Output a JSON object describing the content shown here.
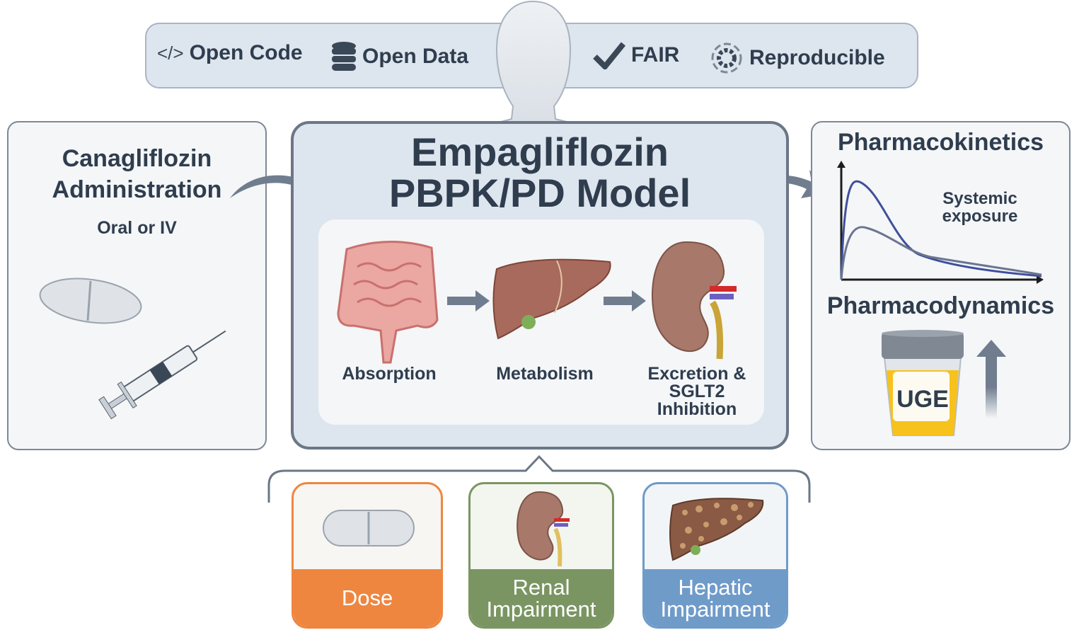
{
  "banner": {
    "items": [
      {
        "icon": "code-icon",
        "glyph": "</>",
        "label": "Open Code"
      },
      {
        "icon": "database-icon",
        "label": "Open Data"
      },
      {
        "icon": "checkmark-icon",
        "label": "FAIR"
      },
      {
        "icon": "gear-icon",
        "label": "Reproducible"
      }
    ]
  },
  "left_panel": {
    "title_line1": "Canagliflozin",
    "title_line2": "Administration",
    "subtitle": "Oral or IV"
  },
  "center_panel": {
    "title_line1": "Empagliflozin",
    "title_line2": "PBPK/PD Model",
    "steps": [
      {
        "label": "Absorption"
      },
      {
        "label": "Metabolism"
      },
      {
        "label_line1": "Excretion &",
        "label_line2": "SGLT2",
        "label_line3": "Inhibition"
      }
    ]
  },
  "right_panel": {
    "pk_title": "Pharmacokinetics",
    "pk_annotation_line1": "Systemic",
    "pk_annotation_line2": "exposure",
    "pd_title": "Pharmacodynamics",
    "pd_label": "UGE"
  },
  "factors": [
    {
      "label_line1": "Dose",
      "label_line2": "",
      "color": "#ee8640"
    },
    {
      "label_line1": "Renal",
      "label_line2": "Impairment",
      "color": "#7a9562"
    },
    {
      "label_line1": "Hepatic",
      "label_line2": "Impairment",
      "color": "#6f9bc9"
    }
  ],
  "colors": {
    "text": "#2f3d4e",
    "arrow": "#6f7d8f",
    "panel": "#f4f6f8",
    "model": "#dde5ee"
  }
}
